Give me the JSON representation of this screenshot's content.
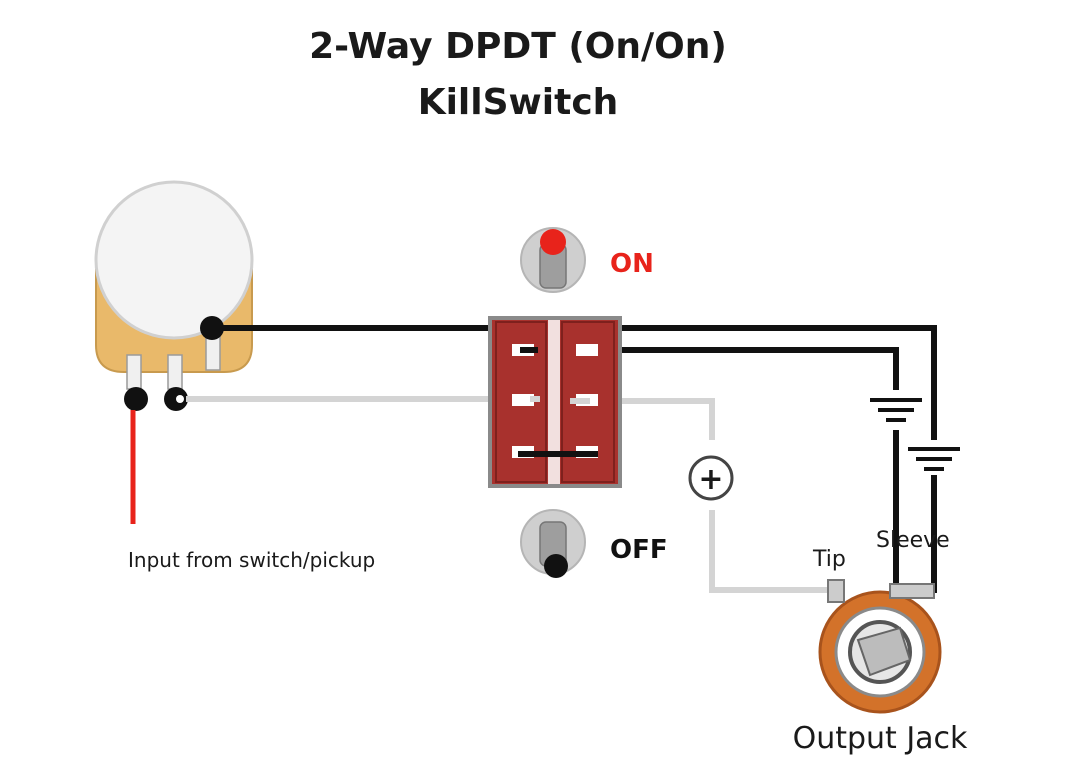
{
  "title": {
    "line1": "2-Way DPDT (On/On)",
    "line2": "KillSwitch"
  },
  "labels": {
    "input": "Input from switch/pickup",
    "on": "ON",
    "off": "OFF",
    "tip": "Tip",
    "sleeve": "Sleeve",
    "output_jack": "Output Jack",
    "plus_symbol": "+"
  },
  "colors": {
    "on_label": "#e8231b",
    "wire_black": "#111111",
    "wire_grey": "#d4d4d4",
    "wire_red": "#e8231b",
    "switch_body": "#a8312d",
    "pot_body": "#e9b96a",
    "jack_ring": "#d3722a"
  }
}
